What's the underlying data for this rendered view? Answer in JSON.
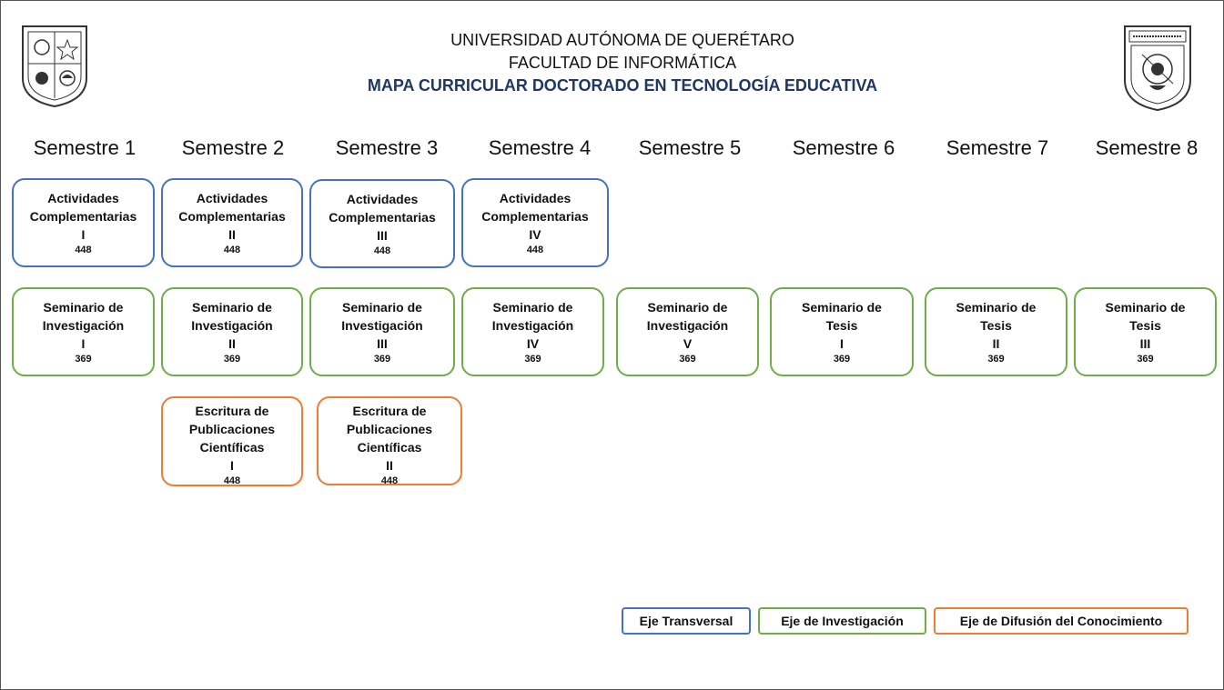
{
  "header": {
    "university": "UNIVERSIDAD AUTÓNOMA DE QUERÉTARO",
    "faculty": "FACULTAD DE INFORMÁTICA",
    "program": "MAPA CURRICULAR DOCTORADO EN TECNOLOGÍA EDUCATIVA"
  },
  "semesters": [
    "Semestre 1",
    "Semestre 2",
    "Semestre 3",
    "Semestre 4",
    "Semestre 5",
    "Semestre 6",
    "Semestre 7",
    "Semestre 8"
  ],
  "courses": {
    "transversal": [
      {
        "lines": [
          "Actividades",
          "Complementarias",
          "I"
        ],
        "code": "448"
      },
      {
        "lines": [
          "Actividades",
          "Complementarias",
          "II"
        ],
        "code": "448"
      },
      {
        "lines": [
          "Actividades",
          "Complementarias",
          "III"
        ],
        "code": "448"
      },
      {
        "lines": [
          "Actividades",
          "Complementarias",
          "IV"
        ],
        "code": "448"
      }
    ],
    "investigacion": [
      {
        "lines": [
          "Seminario de",
          "Investigación",
          "I"
        ],
        "code": "369"
      },
      {
        "lines": [
          "Seminario de",
          "Investigación",
          "II"
        ],
        "code": "369"
      },
      {
        "lines": [
          "Seminario de",
          "Investigación",
          "III"
        ],
        "code": "369"
      },
      {
        "lines": [
          "Seminario de",
          "Investigación",
          "IV"
        ],
        "code": "369"
      },
      {
        "lines": [
          "Seminario de",
          "Investigación",
          "V"
        ],
        "code": "369"
      },
      {
        "lines": [
          "Seminario de",
          "Tesis",
          "I"
        ],
        "code": "369"
      },
      {
        "lines": [
          "Seminario de",
          "Tesis",
          "II"
        ],
        "code": "369"
      },
      {
        "lines": [
          "Seminario de",
          "Tesis",
          "III"
        ],
        "code": "369"
      }
    ],
    "difusion": [
      {
        "lines": [
          "Escritura de",
          "Publicaciones",
          "Científicas",
          "I"
        ],
        "code": "448"
      },
      {
        "lines": [
          "Escritura de",
          "Publicaciones",
          "Científicas",
          "II"
        ],
        "code": "448"
      }
    ]
  },
  "legend": {
    "transversal": "Eje Transversal",
    "investigacion": "Eje de Investigación",
    "difusion": "Eje de Difusión del Conocimiento"
  },
  "colors": {
    "transversal": "#4472c4",
    "investigacion": "#70ad47",
    "difusion": "#ed7d31",
    "program_title": "#1f3864"
  },
  "icons": {
    "left_logo": "university-shield-icon",
    "right_logo": "faculty-shield-icon"
  }
}
